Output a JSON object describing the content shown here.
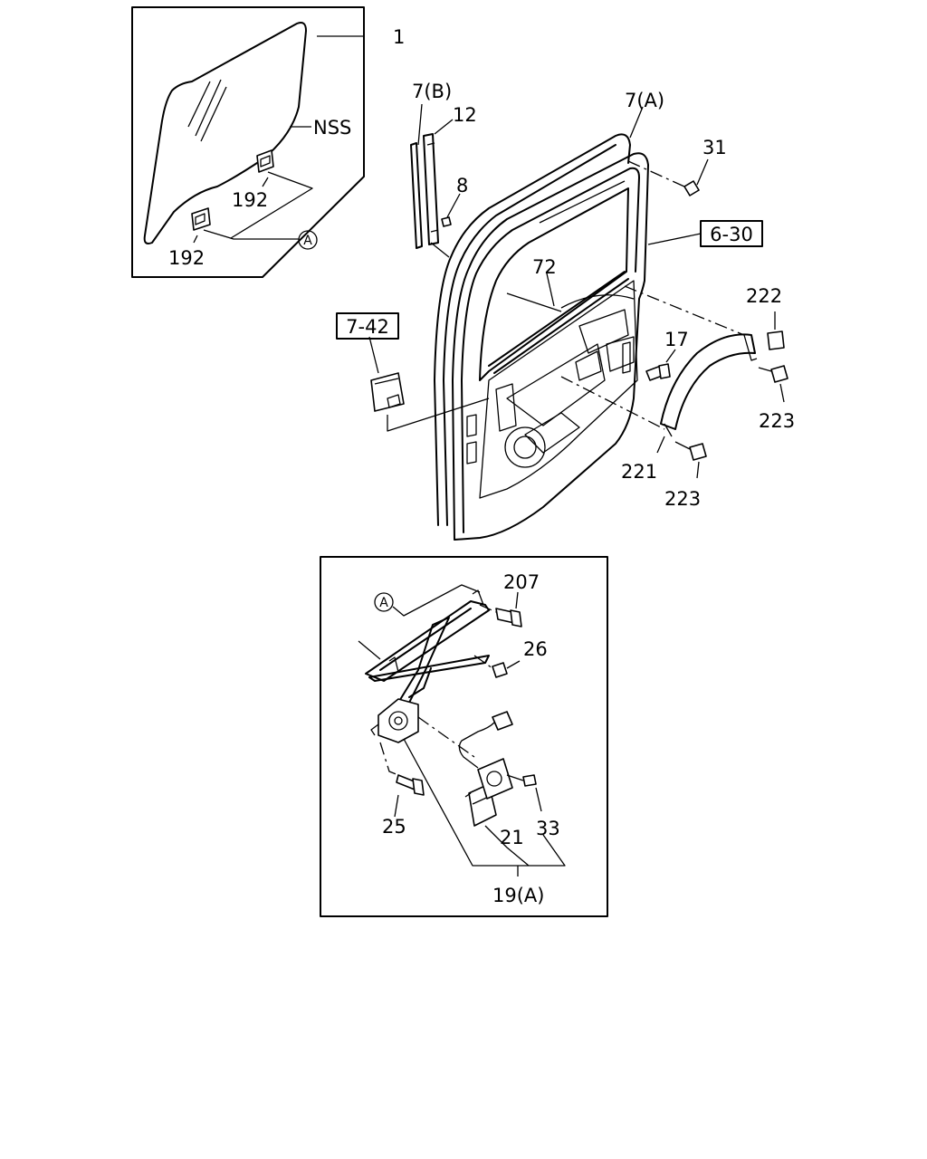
{
  "callouts": {
    "c1": "1",
    "nss": "NSS",
    "c192a": "192",
    "c192b": "192",
    "circle_a_top": "A",
    "c7b": "7(B)",
    "c12": "12",
    "c8": "8",
    "c7a": "7(A)",
    "c31": "31",
    "c630": "6-30",
    "c72": "72",
    "c742": "7-42",
    "c222": "222",
    "c17": "17",
    "c223a": "223",
    "c221": "221",
    "c223b": "223",
    "circle_a_bottom": "A",
    "c207": "207",
    "c26": "26",
    "c25": "25",
    "c21": "21",
    "c33": "33",
    "c19a": "19(A)"
  }
}
